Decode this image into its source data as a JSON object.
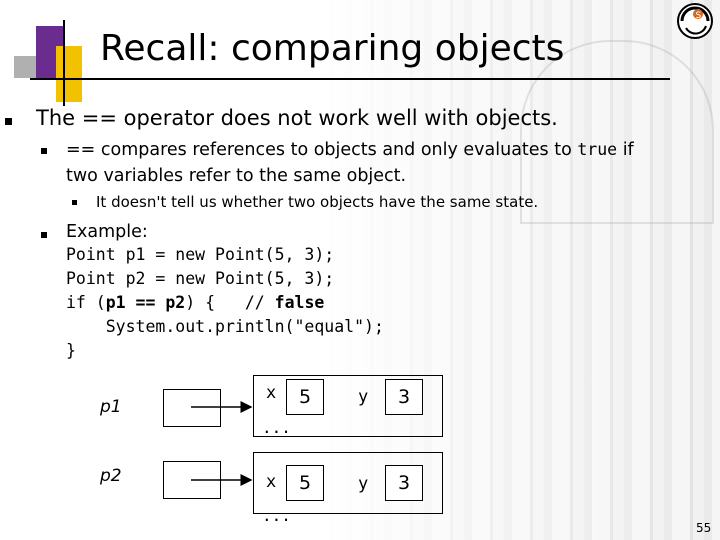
{
  "slide": {
    "title": "Recall: comparing objects",
    "bullet1": "The == operator does not work well with objects.",
    "sub1_line1_pre": "== compares references to objects and only evaluates to ",
    "sub1_line1_code": "true",
    "sub1_line1_post": " if",
    "sub1_line2": "two variables refer to the same object.",
    "subsub1": "It doesn't tell us whether two objects have the same state.",
    "sub2": "Example:",
    "code_lines": [
      "Point p1 = new Point(5, 3);",
      "Point p2 = new Point(5, 3);",
      "if (p1 == p2) {   // false",
      "    System.out.println(\"equal\");",
      "}"
    ],
    "diagram": {
      "var1": "p1",
      "var2": "p2",
      "obj1": {
        "x_name": "x",
        "x_value": "5",
        "y_name": "y",
        "y_value": "3",
        "more": "..."
      },
      "obj2": {
        "x_name": "x",
        "x_value": "5",
        "y_name": "y",
        "y_value": "3",
        "more": "..."
      }
    },
    "page_number": "55",
    "logo_icon": "university-seal-icon"
  }
}
